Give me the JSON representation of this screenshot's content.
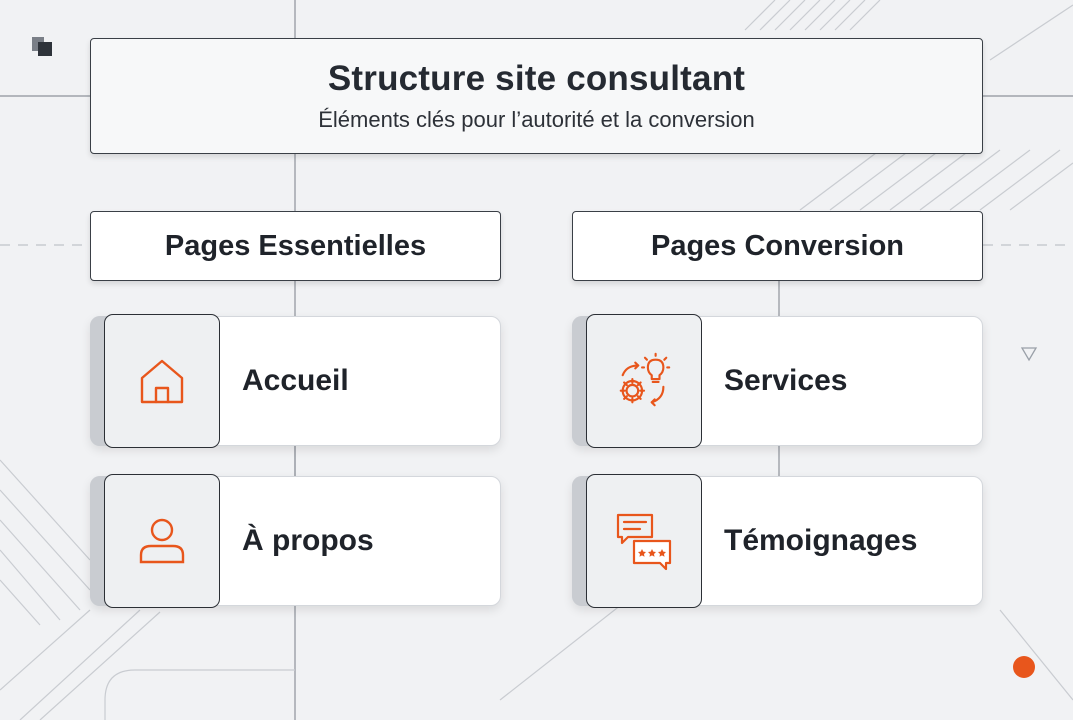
{
  "header": {
    "title": "Structure site consultant",
    "subtitle": "Éléments clés pour l’autorité et la conversion"
  },
  "columns": [
    {
      "heading": "Pages Essentielles",
      "items": [
        {
          "label": "Accueil",
          "icon": "home-icon"
        },
        {
          "label": "À propos",
          "icon": "user-icon"
        }
      ]
    },
    {
      "heading": "Pages Conversion",
      "items": [
        {
          "label": "Services",
          "icon": "gear-lightbulb-icon"
        },
        {
          "label": "Témoignages",
          "icon": "chat-rating-icon"
        }
      ]
    }
  ],
  "colors": {
    "accent": "#e8561c",
    "border": "#2b2f35",
    "background": "#f1f2f4"
  }
}
